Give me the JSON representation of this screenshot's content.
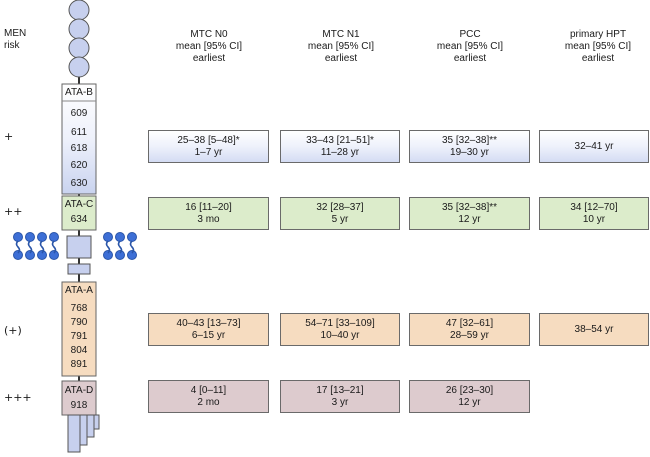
{
  "header": {
    "men_line1": "MEN",
    "men_line2": "risk"
  },
  "columns": [
    {
      "line1": "MTC N0",
      "line2": "mean [95% CI]",
      "line3": "earliest"
    },
    {
      "line1": "MTC N1",
      "line2": "mean [95% CI]",
      "line3": "earliest"
    },
    {
      "line1": "PCC",
      "line2": "mean [95% CI]",
      "line3": "earliest"
    },
    {
      "line1": "primary HPT",
      "line2": "mean [95% CI]",
      "line3": "earliest"
    }
  ],
  "groups": [
    {
      "risk": "+",
      "ata": "ATA-B",
      "codons": [
        "609",
        "611",
        "618",
        "620",
        "630"
      ],
      "color": "#d4dcf3",
      "cells": [
        {
          "line1": "25–38 [5–48]*",
          "line2": "1–7 yr"
        },
        {
          "line1": "33–43 [21–51]*",
          "line2": "11–28 yr"
        },
        {
          "line1": "35 [32–38]**",
          "line2": "19–30 yr"
        },
        {
          "line1": "32–41 yr",
          "line2": ""
        }
      ]
    },
    {
      "risk": "++",
      "ata": "ATA-C",
      "codons": [
        "634"
      ],
      "color": "#dceccb",
      "cells": [
        {
          "line1": "16 [11–20]",
          "line2": "3 mo"
        },
        {
          "line1": "32 [28–37]",
          "line2": "5 yr"
        },
        {
          "line1": "35 [32–38]**",
          "line2": "12 yr"
        },
        {
          "line1": "34 [12–70]",
          "line2": "10 yr"
        }
      ]
    },
    {
      "risk": "(+)",
      "ata": "ATA-A",
      "codons": [
        "768",
        "790",
        "791",
        "804",
        "891"
      ],
      "color": "#f6dcc0",
      "cells": [
        {
          "line1": "40–43 [13–73]",
          "line2": "6–15 yr"
        },
        {
          "line1": "54–71 [33–109]",
          "line2": "10–40 yr"
        },
        {
          "line1": "47 [32–61]",
          "line2": "28–59 yr"
        },
        {
          "line1": "38–54 yr",
          "line2": ""
        }
      ]
    },
    {
      "risk": "+++",
      "ata": "ATA-D",
      "codons": [
        "918"
      ],
      "color": "#ddcbce",
      "cells": [
        {
          "line1": "4 [0–11]",
          "line2": "2 mo"
        },
        {
          "line1": "17 [13–21]",
          "line2": "3 yr"
        },
        {
          "line1": "26 [23–30]",
          "line2": "12 yr"
        }
      ]
    }
  ]
}
